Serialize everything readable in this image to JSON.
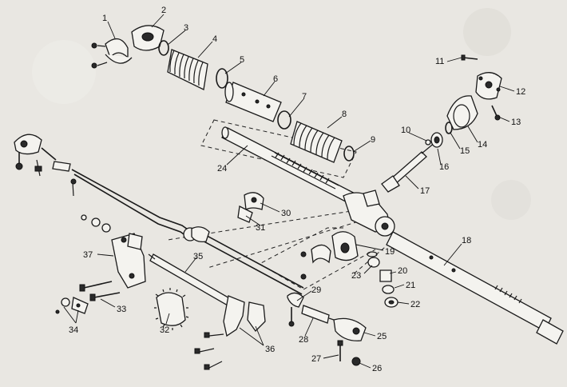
{
  "callouts": [
    "1",
    "2",
    "3",
    "4",
    "5",
    "6",
    "7",
    "8",
    "9",
    "10",
    "11",
    "12",
    "13",
    "14",
    "15",
    "16",
    "17",
    "18",
    "19",
    "20",
    "21",
    "22",
    "23",
    "24",
    "25",
    "26",
    "27",
    "28",
    "29",
    "30",
    "31",
    "32",
    "33",
    "34",
    "35",
    "36",
    "37"
  ],
  "colors": {
    "paper": "#e9e7e2",
    "ink": "#1a1a1a",
    "part_fill": "#f4f3ef"
  }
}
